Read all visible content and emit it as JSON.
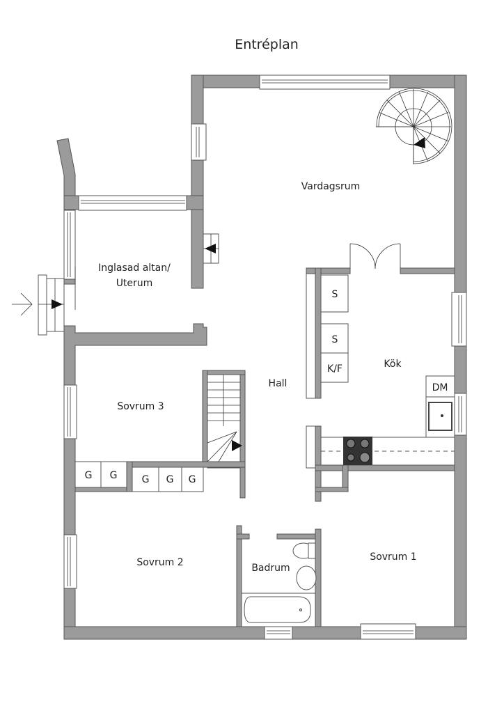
{
  "title": "Entréplan",
  "rooms": {
    "vardagsrum": "Vardagsrum",
    "altan_line1": "Inglasad altan/",
    "altan_line2": "Uterum",
    "hall": "Hall",
    "kok": "Kök",
    "sovrum3": "Sovrum 3",
    "sovrum2": "Sovrum 2",
    "sovrum1": "Sovrum 1",
    "badrum": "Badrum"
  },
  "fixtures": {
    "s1": "S",
    "s2": "S",
    "kf": "K/F",
    "dm": "DM",
    "g": [
      "G",
      "G",
      "G",
      "G",
      "G"
    ]
  },
  "colors": {
    "wall": "#9b9b9b",
    "outline": "#555555"
  }
}
